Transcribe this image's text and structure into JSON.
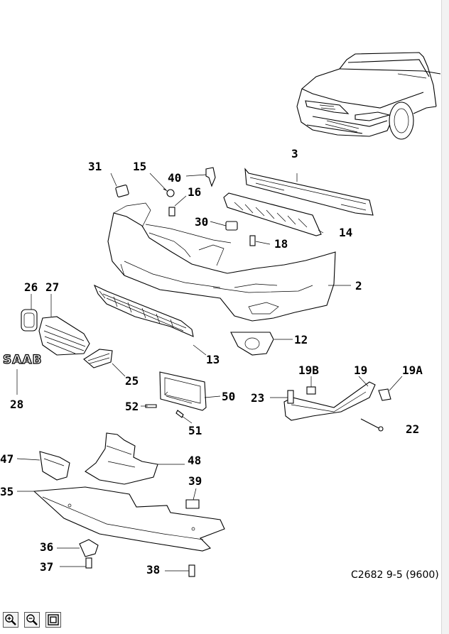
{
  "diagram": {
    "callouts": [
      "3",
      "31",
      "15",
      "40",
      "16",
      "30",
      "14",
      "18",
      "2",
      "26",
      "27",
      "12",
      "13",
      "28",
      "25",
      "19B",
      "19",
      "19A",
      "23",
      "22",
      "52",
      "50",
      "51",
      "47",
      "48",
      "35",
      "39",
      "36",
      "37",
      "38"
    ],
    "brand_logo": "SAAB",
    "caption": "C2682 9-5 (9600)"
  },
  "toolbar": {
    "buttons": [
      {
        "name": "zoom-in",
        "icon": "magnifier-plus-icon"
      },
      {
        "name": "zoom-out",
        "icon": "magnifier-minus-icon"
      },
      {
        "name": "fit-page",
        "icon": "fit-page-icon"
      }
    ]
  }
}
